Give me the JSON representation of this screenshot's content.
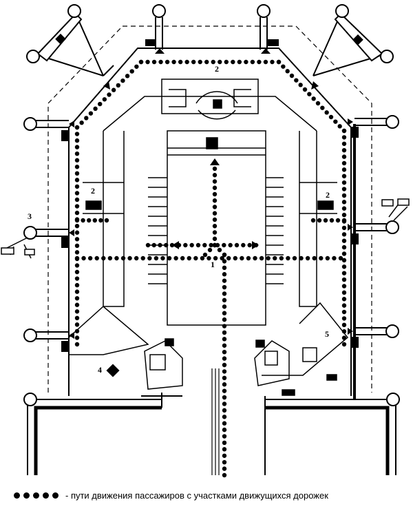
{
  "labels": {
    "l1": "1",
    "l2_top": "2",
    "l2_left": "2",
    "l2_right": "2",
    "l3": "3",
    "l4": "4",
    "l5": "5"
  },
  "legend": {
    "text": "- пути движения пассажиров с участками движущихся дорожек"
  },
  "colors": {
    "ink": "#000000",
    "paper": "#ffffff"
  }
}
